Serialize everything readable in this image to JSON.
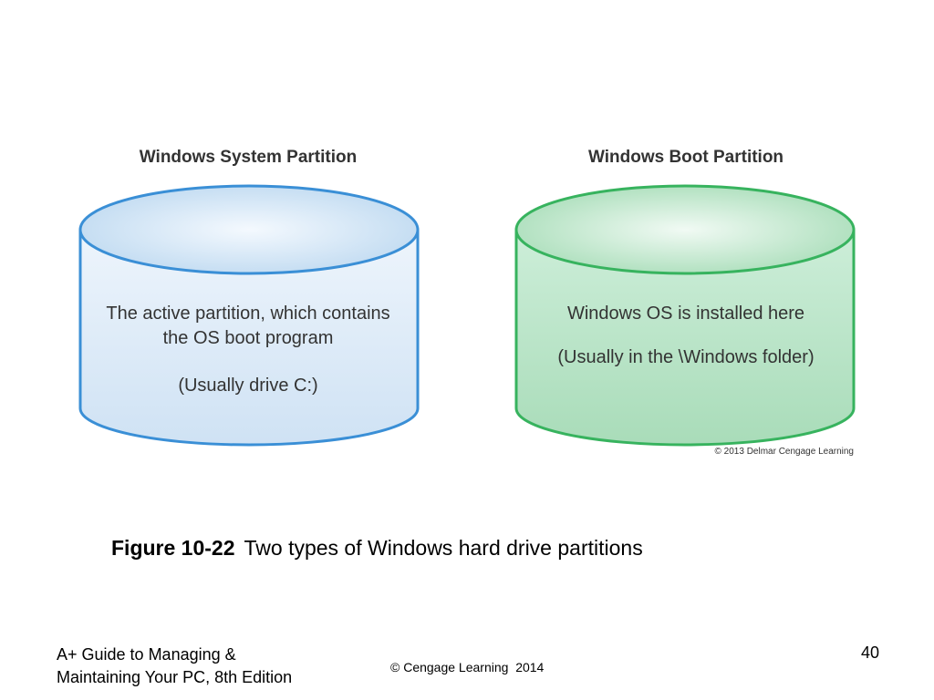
{
  "diagram": {
    "system_partition": {
      "title": "Windows System Partition",
      "line1": "The active partition, which contains",
      "line2": "the OS boot program",
      "note": "(Usually drive C:)",
      "colors": {
        "top": "#cfe3f5",
        "body": "#dceaf7",
        "stroke": "#3a8fd6"
      }
    },
    "boot_partition": {
      "title": "Windows Boot Partition",
      "line1": "Windows OS is installed here",
      "note": "(Usually in the \\Windows folder)",
      "colors": {
        "top": "#c9ecd6",
        "body": "#b6e1c4",
        "stroke": "#37b35e"
      }
    },
    "image_credit": "© 2013 Delmar Cengage Learning"
  },
  "caption": {
    "number": "Figure 10-22",
    "text": "Two types of Windows hard drive partitions"
  },
  "footer": {
    "book_line1": "A+ Guide to Managing &",
    "book_line2": "Maintaining Your PC, 8th Edition",
    "copyright": "© Cengage Learning  2014",
    "page_number": "40"
  }
}
